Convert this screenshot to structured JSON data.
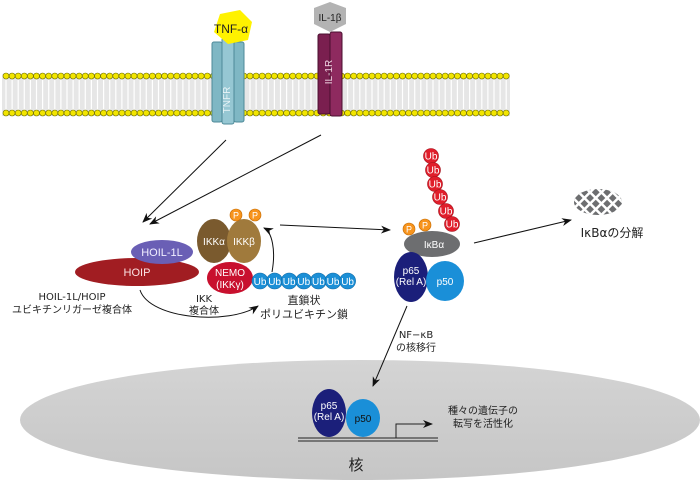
{
  "diagram": {
    "title": "NF-κB activation pathway via LUBAC linear polyubiquitination",
    "ligands": {
      "tnf": {
        "label": "TNF-α",
        "color": "#fff200"
      },
      "il1": {
        "label": "IL-1β",
        "color": "#b3b3b3"
      }
    },
    "receptors": {
      "tnfr": {
        "label": "TNFR",
        "color": "#7fb7c4"
      },
      "il1r": {
        "label": "IL-1R",
        "color": "#7a1f4f"
      }
    },
    "lubac": {
      "hoil": {
        "label": "HOIL-1L",
        "color": "#6a5fb5"
      },
      "hoip": {
        "label": "HOIP",
        "color": "#a11d22"
      },
      "caption_line1": "HOIL-1L/HOIP",
      "caption_line2": "ユビキチンリガーゼ複合体"
    },
    "ikk": {
      "ikka": {
        "label": "IKKα",
        "color": "#7a5a2e"
      },
      "ikkb": {
        "label": "IKKβ",
        "color": "#a07a3c"
      },
      "nemo_line1": "NEMO",
      "nemo_line2": "(IKKγ)",
      "nemo_color": "#c8102e",
      "caption_line1": "IKK",
      "caption_line2": "複合体"
    },
    "phospho": {
      "label": "P",
      "color": "#f7941d"
    },
    "linear_ub": {
      "unit_label": "Ub",
      "count": 7,
      "color": "#1b8fd6",
      "caption_line1": "直鎖状",
      "caption_line2": "ポリユビキチン鎖"
    },
    "ikba_complex": {
      "ikba": {
        "label": "IκBα",
        "color": "#6d6e70"
      },
      "p65_line1": "p65",
      "p65_line2": "(Rel A)",
      "p65_color": "#1b1f7a",
      "p50": {
        "label": "p50",
        "color": "#1a8fd8"
      },
      "k48_ub_label": "Ub",
      "k48_ub_count": 6,
      "k48_ub_color": "#e01e2b"
    },
    "degradation": {
      "label": "IκBαの分解",
      "color": "#6d6e70"
    },
    "translocation": {
      "line1": "NF−κB",
      "line2": "の核移行"
    },
    "nucleus": {
      "label": "核",
      "color": "#cfcfcf",
      "p65_line1": "p65",
      "p65_line2": "(Rel A)",
      "p50": "p50",
      "transcription_line1": "種々の遺伝子の",
      "transcription_line2": "転写を活性化"
    }
  }
}
